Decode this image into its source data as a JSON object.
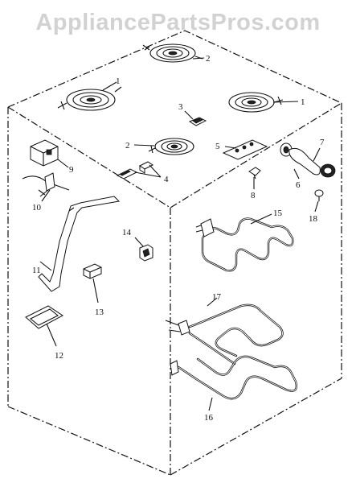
{
  "watermark": "AppliancePartsPros.com",
  "callouts": [
    {
      "id": "c1a",
      "text": "1"
    },
    {
      "id": "c1b",
      "text": "1"
    },
    {
      "id": "c2a",
      "text": "2"
    },
    {
      "id": "c2b",
      "text": "2"
    },
    {
      "id": "c3",
      "text": "3"
    },
    {
      "id": "c4",
      "text": "4"
    },
    {
      "id": "c5",
      "text": "5"
    },
    {
      "id": "c6",
      "text": "6"
    },
    {
      "id": "c7",
      "text": "7"
    },
    {
      "id": "c8",
      "text": "8"
    },
    {
      "id": "c9",
      "text": "9"
    },
    {
      "id": "c10",
      "text": "10"
    },
    {
      "id": "c11",
      "text": "11"
    },
    {
      "id": "c12",
      "text": "12"
    },
    {
      "id": "c13",
      "text": "13"
    },
    {
      "id": "c14",
      "text": "14"
    },
    {
      "id": "c15",
      "text": "15"
    },
    {
      "id": "c16",
      "text": "16"
    },
    {
      "id": "c17",
      "text": "17"
    },
    {
      "id": "c18",
      "text": "18"
    }
  ]
}
